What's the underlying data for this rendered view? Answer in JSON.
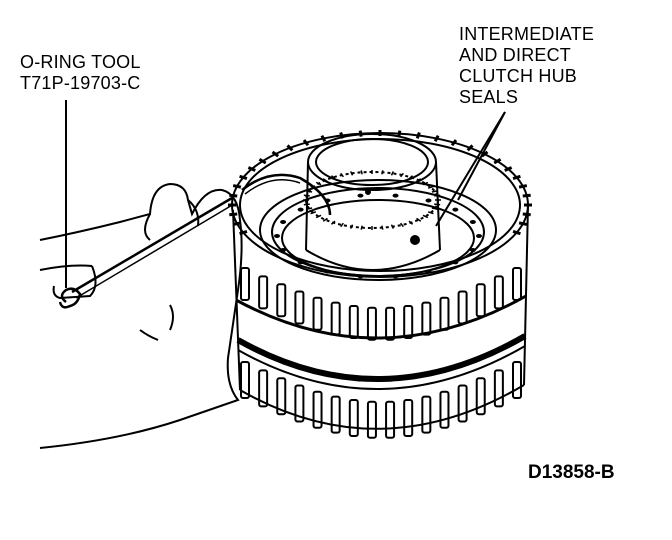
{
  "labels": {
    "tool_line1": "O-RING TOOL",
    "tool_line2": "T71P-19703-C",
    "seals_line1": "INTERMEDIATE",
    "seals_line2": "AND DIRECT",
    "seals_line3": "CLUTCH HUB",
    "seals_line4": "SEALS"
  },
  "figure_id": "D13858-B",
  "colors": {
    "ink": "#000000",
    "paper": "#ffffff"
  }
}
